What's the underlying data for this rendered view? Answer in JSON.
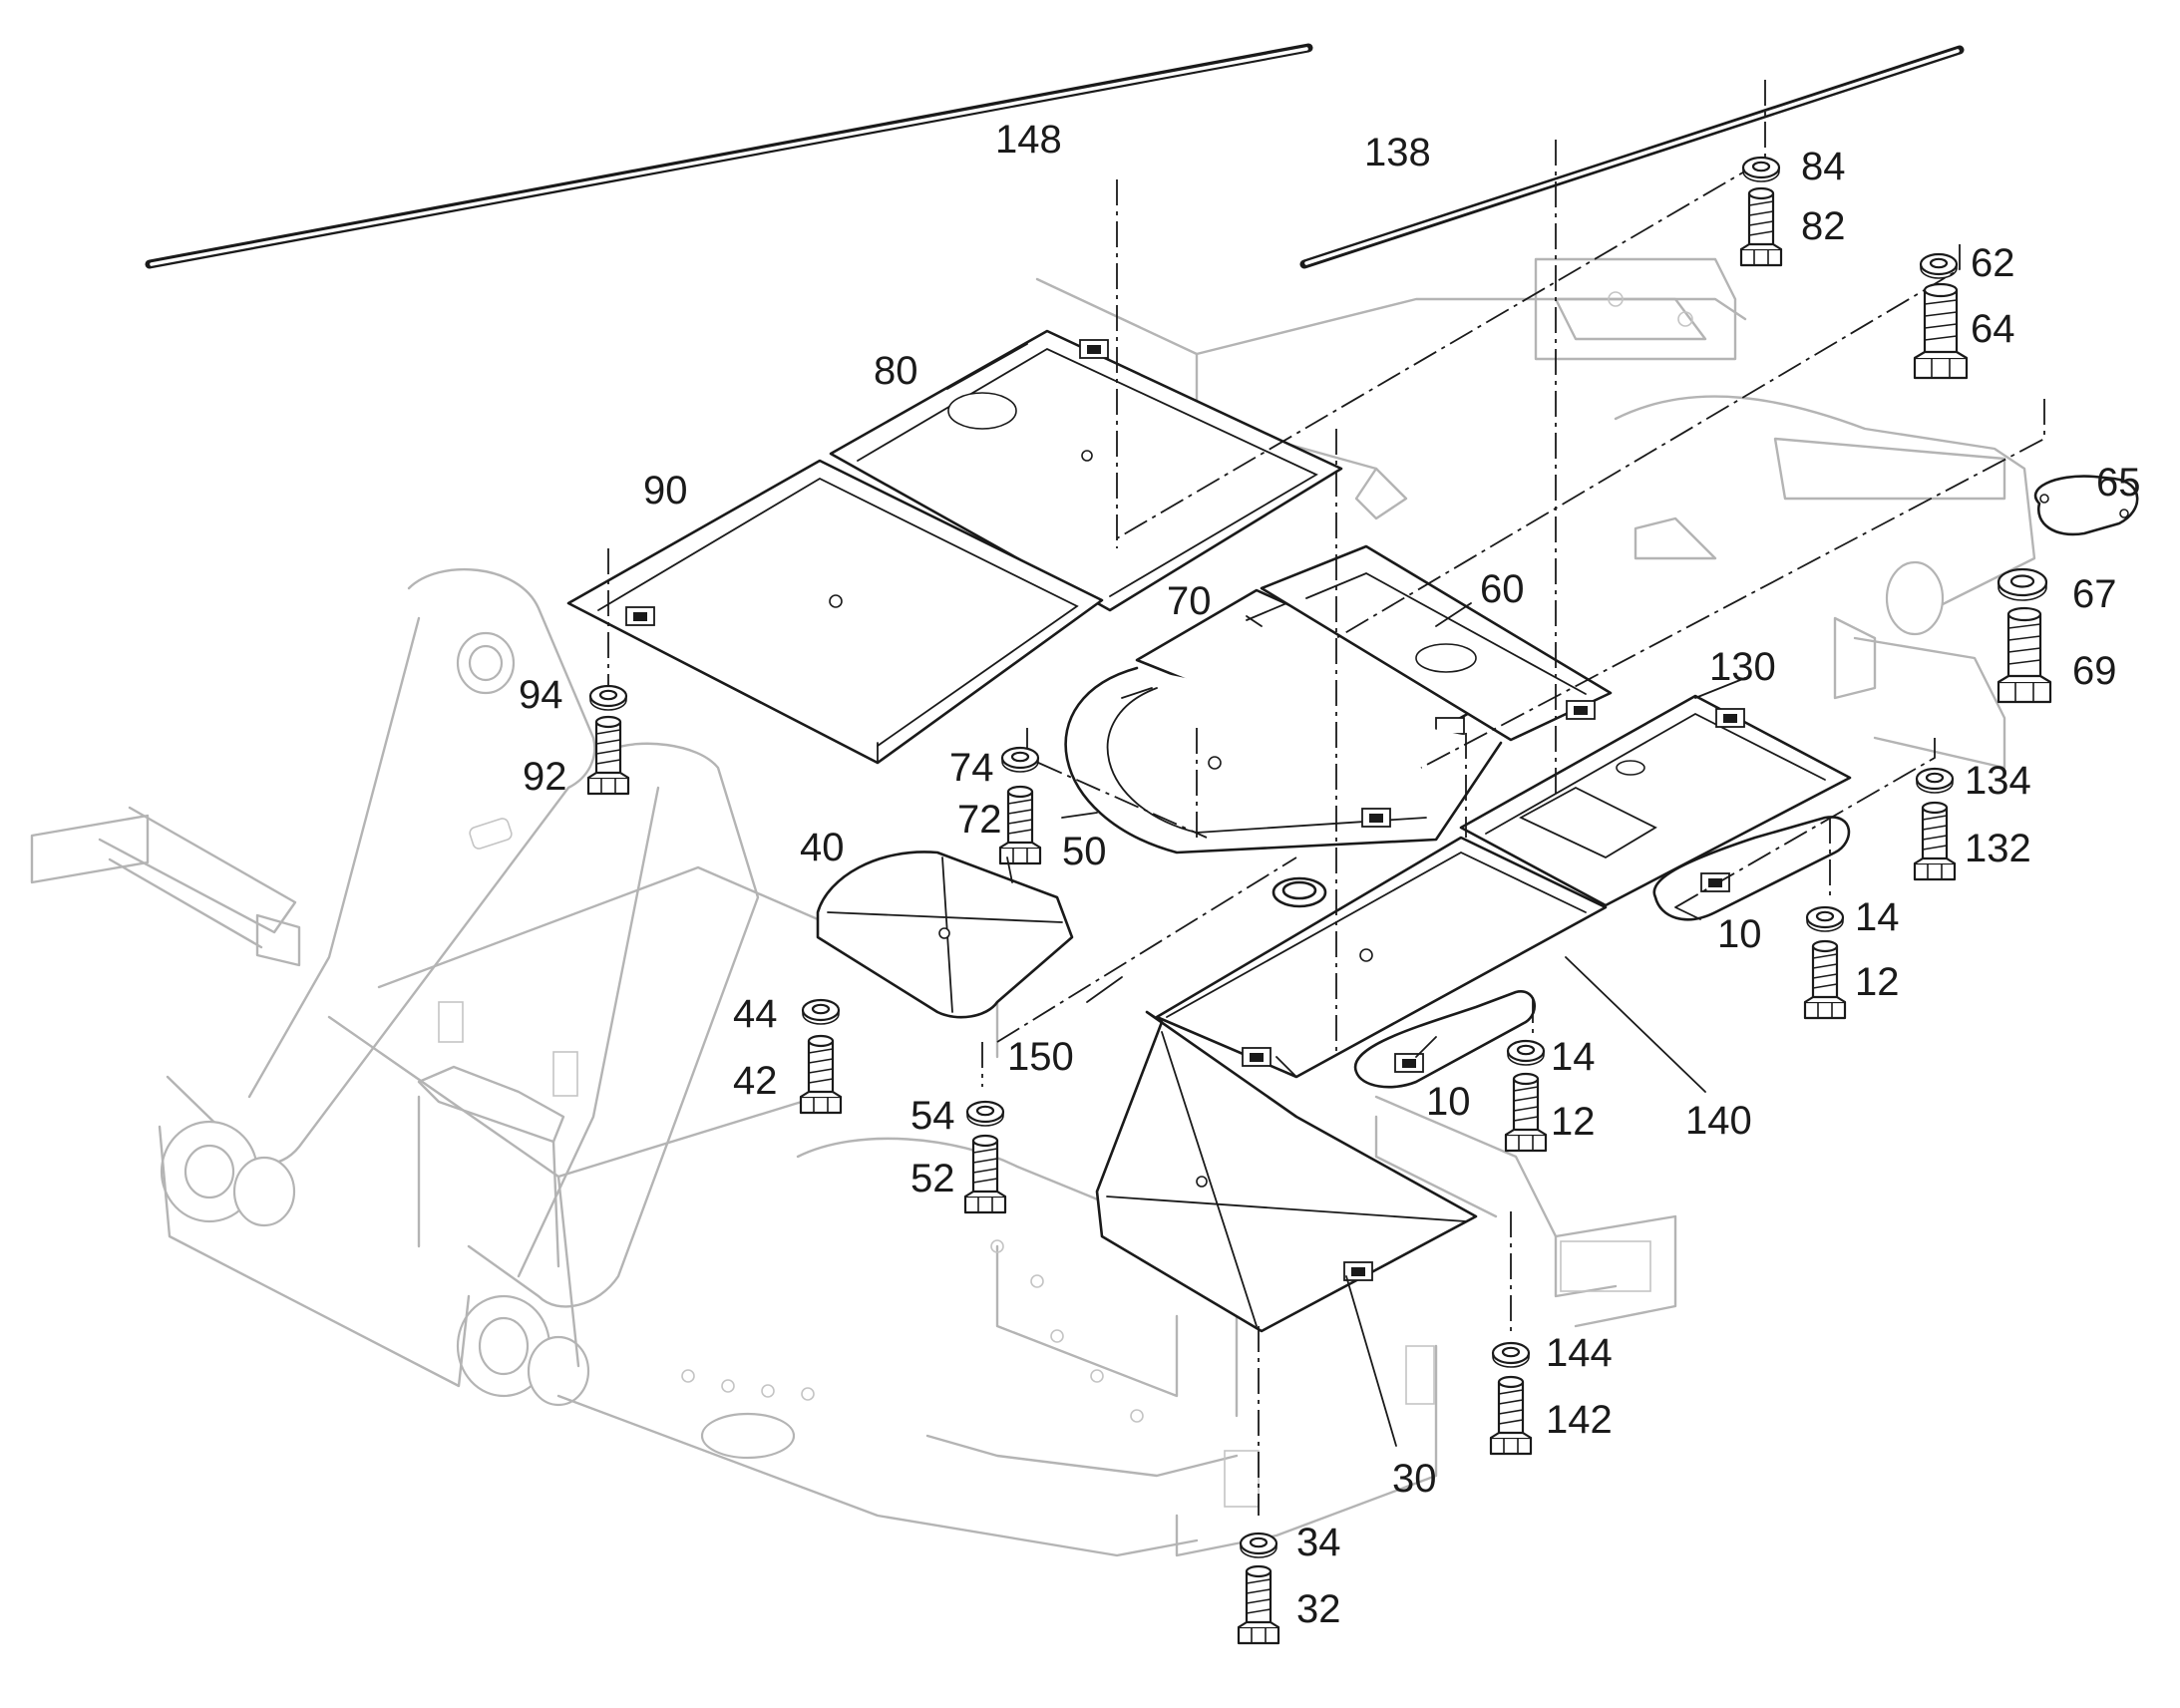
{
  "drawing": {
    "callouts": {
      "c148": "148",
      "c138": "138",
      "c84": "84",
      "c82": "82",
      "c62": "62",
      "c64": "64",
      "c65": "65",
      "c67": "67",
      "c69": "69",
      "c80": "80",
      "c90": "90",
      "c70": "70",
      "c60": "60",
      "c94": "94",
      "c92": "92",
      "c74": "74",
      "c72": "72",
      "c50": "50",
      "c40": "40",
      "c130": "130",
      "c134": "134",
      "c132": "132",
      "c14a": "14",
      "c10a": "10",
      "c12a": "12",
      "c44": "44",
      "c42": "42",
      "c150": "150",
      "c14b": "14",
      "c10b": "10",
      "c12b": "12",
      "c140": "140",
      "c54": "54",
      "c52": "52",
      "c144": "144",
      "c142": "142",
      "c30": "30",
      "c34": "34",
      "c32": "32"
    }
  },
  "colors": {
    "line": "#1a1a1a",
    "frame": "#b4b4b4",
    "background": "#ffffff"
  },
  "icons": {
    "washer": "washer-icon",
    "bolt": "hex-bolt-icon",
    "cover_plate": "cover-plate-icon",
    "seal_strip": "seal-strip-icon"
  }
}
